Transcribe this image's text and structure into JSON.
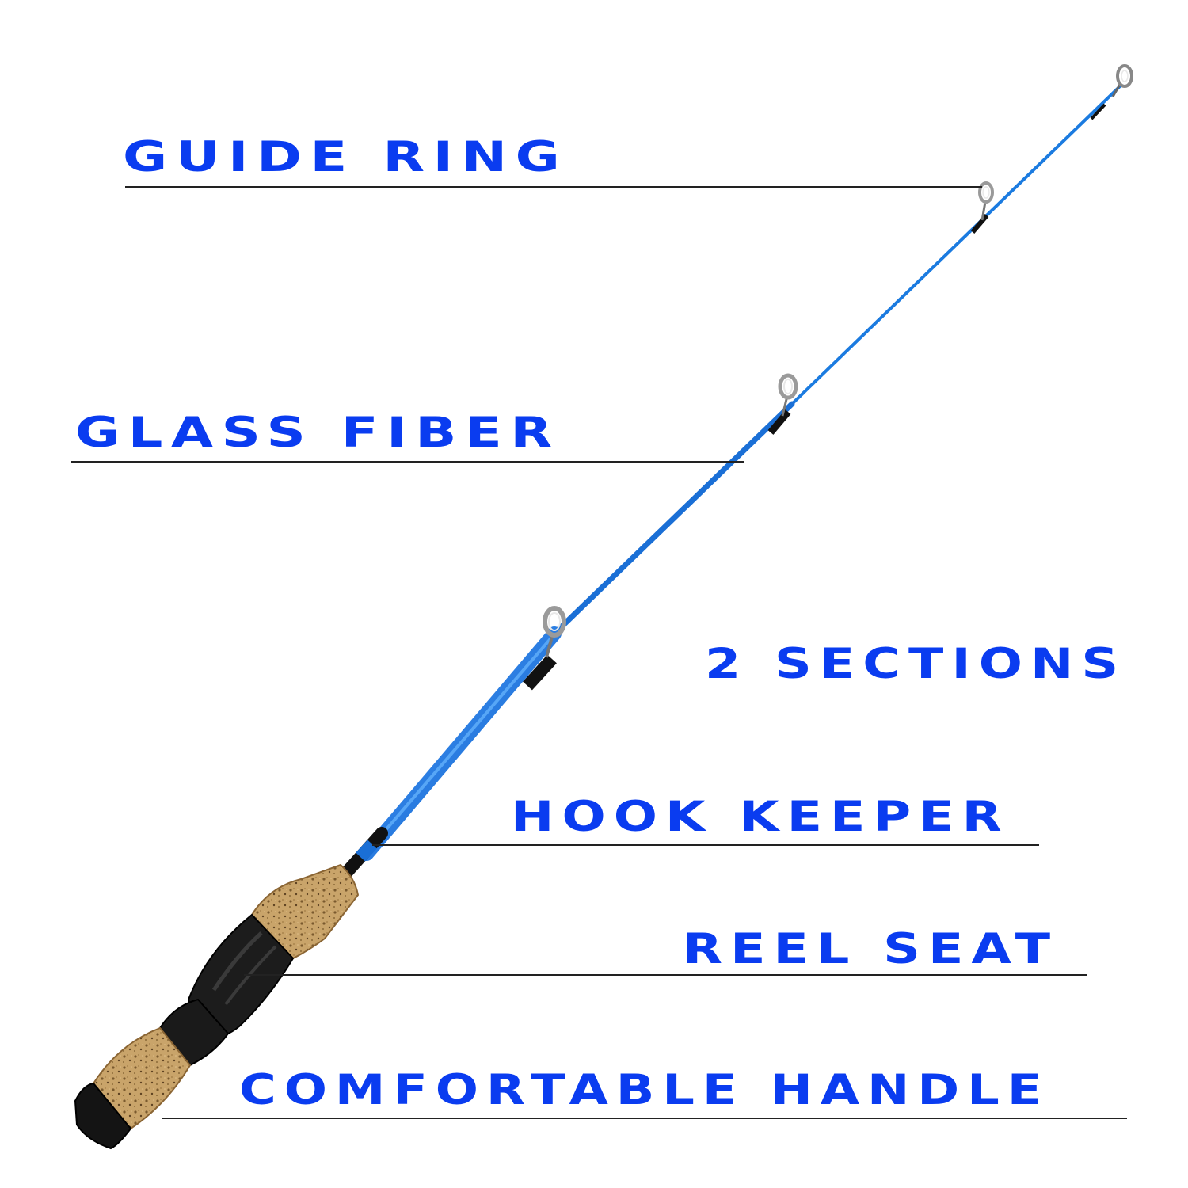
{
  "colors": {
    "label_blue": "#0a3cf0",
    "rod_blue": "#1565c0",
    "cork": "#c8a065",
    "grip_black": "#1c1c1c",
    "guide_silver": "#9a9a9a"
  },
  "labels": {
    "guide_ring": "GUIDE RING",
    "glass_fiber": "GLASS FIBER",
    "two_sections": "2 SECTIONS",
    "hook_keeper": "HOOK KEEPER",
    "reel_seat": "REEL SEAT",
    "comfortable_handle": "COMFORTABLE HANDLE"
  }
}
